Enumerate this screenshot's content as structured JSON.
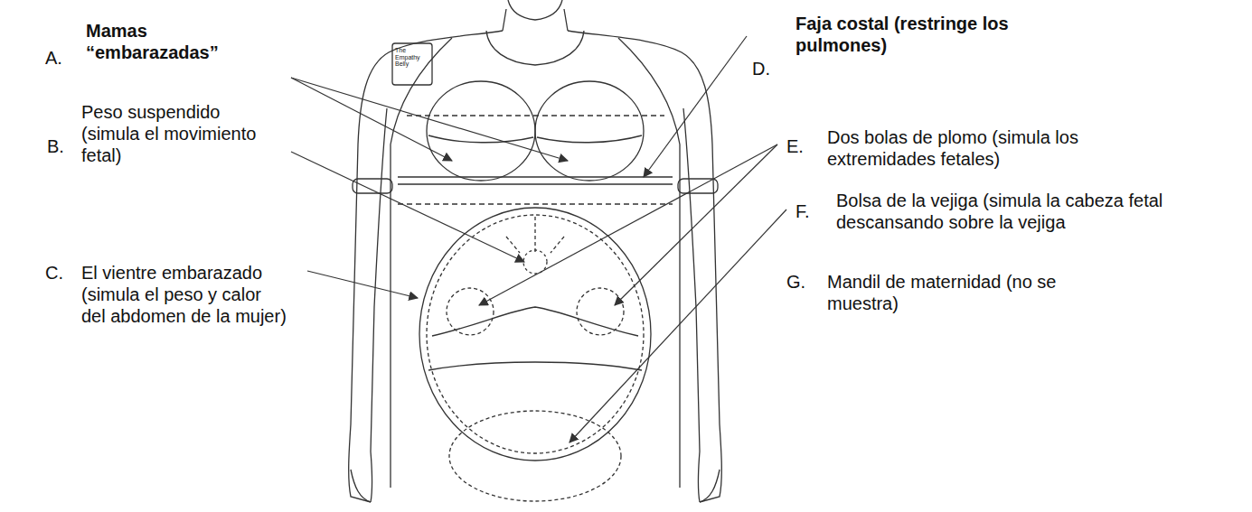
{
  "diagram": {
    "labels": [
      "A.",
      "Mamas “embarazadas”",
      "B.",
      "Peso suspendido (simula el movimiento fetal)",
      "C.",
      "El vientre embarazado (simula el peso y calor del abdomen de la mujer)",
      "D.",
      "Faja costal (restringe los pulmones)",
      "E.",
      "Dos bolas de plomo (simula los extremidades fetales)",
      "F.",
      "Bolsa de la vejiga (simula la cabeza fetal descansando sobre la vejiga",
      "G.",
      "Mandil de maternidad (no se muestra)",
      "The Empathy Belly"
    ]
  }
}
